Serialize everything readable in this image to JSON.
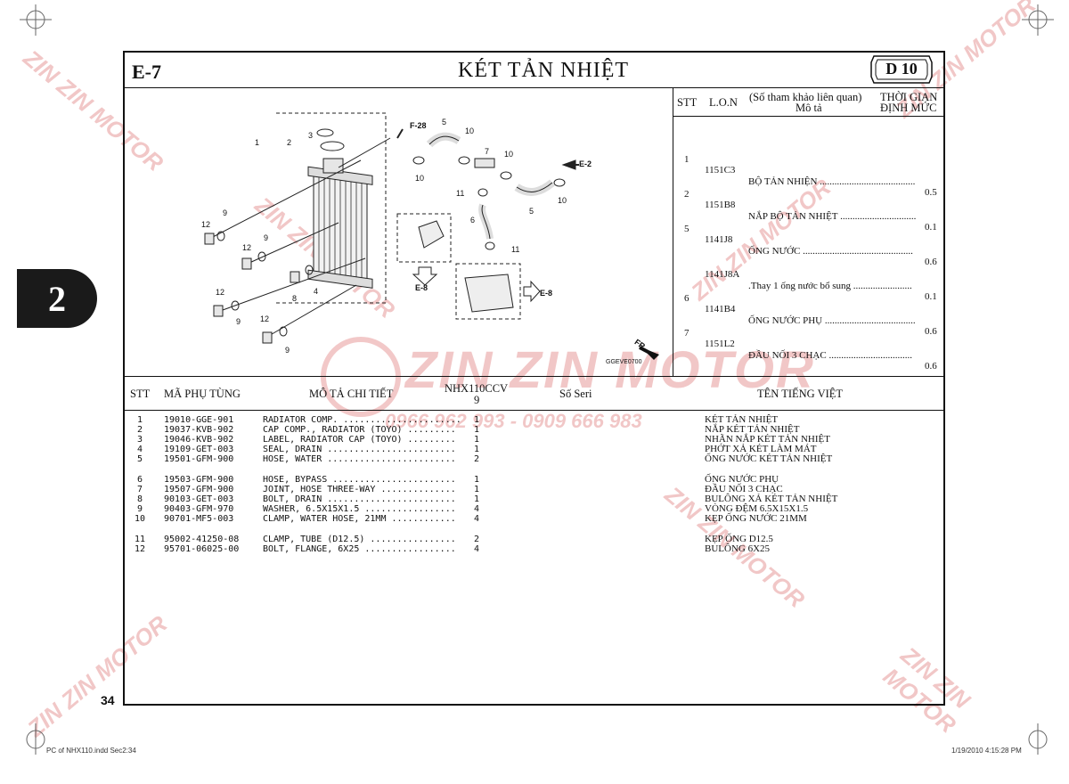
{
  "header": {
    "section_code": "E-7",
    "title": "KÉT TẢN NHIỆT",
    "badge": "D 10"
  },
  "side_tab": "2",
  "page_number": "34",
  "ref_table": {
    "headers": {
      "stt": "STT",
      "lon": "L.O.N",
      "desc_top": "(Số tham khảo liên quan)",
      "desc_bottom": "Mô tả",
      "time_top": "THỜI GIAN",
      "time_bottom": "ĐỊNH MỨC"
    },
    "rows": [
      {
        "stt": "1",
        "lon": "1151C3",
        "desc": "BỘ TẢN NHIỆN .......................................",
        "time": "0.5"
      },
      {
        "stt": "2",
        "lon": "1151B8",
        "desc": "NẮP BỘ TẢN NHIỆT ...............................",
        "time": "0.1"
      },
      {
        "stt": "5",
        "lon": "1141J8",
        "desc": "ỐNG NƯỚC .............................................",
        "time": "0.6"
      },
      {
        "stt": "",
        "lon": "1141J8A",
        "desc": ".Thay 1 ống nước bổ sung ........................",
        "time": "0.1"
      },
      {
        "stt": "6",
        "lon": "1141B4",
        "desc": "ỐNG NƯỚC PHỤ .....................................",
        "time": "0.6"
      },
      {
        "stt": "7",
        "lon": "1151L2",
        "desc": "ĐẦU NỐI 3 CHẠC ..................................",
        "time": "0.6"
      }
    ]
  },
  "diagram": {
    "code": "GGEVE0700",
    "refs": {
      "f28": "F-28",
      "e2": "E-2",
      "e8a": "E-8",
      "e8b": "E-8",
      "fr": "FR."
    }
  },
  "parts_table": {
    "headers": {
      "stt": "STT",
      "part_no": "MÃ PHỤ TÙNG",
      "desc": "MÔ TẢ CHI TIẾT",
      "model_top": "NHX110CCV",
      "model_bottom": "9",
      "serial": "Số Seri",
      "vn_name": "TÊN TIẾNG VIỆT"
    },
    "groups": [
      [
        {
          "stt": "1",
          "part_no": "19010-GGE-901",
          "desc": "RADIATOR COMP. ......................",
          "qty": "1",
          "vn": "KÉT TẢN NHIỆT"
        },
        {
          "stt": "2",
          "part_no": "19037-KVB-902",
          "desc": "CAP COMP., RADIATOR (TOYO) .........",
          "qty": "1",
          "vn": "NẮP KÉT TẢN NHIỆT"
        },
        {
          "stt": "3",
          "part_no": "19046-KVB-902",
          "desc": "LABEL, RADIATOR CAP (TOYO) .........",
          "qty": "1",
          "vn": "NHÃN NẮP KÉT TẢN NHIỆT"
        },
        {
          "stt": "4",
          "part_no": "19109-GET-003",
          "desc": "SEAL, DRAIN ........................",
          "qty": "1",
          "vn": "PHỚT XẢ KÉT LÀM MÁT"
        },
        {
          "stt": "5",
          "part_no": "19501-GFM-900",
          "desc": "HOSE, WATER ........................",
          "qty": "2",
          "vn": "ỐNG NƯỚC KÉT TẢN NHIỆT"
        }
      ],
      [
        {
          "stt": "6",
          "part_no": "19503-GFM-900",
          "desc": "HOSE, BYPASS .......................",
          "qty": "1",
          "vn": "ỐNG NƯỚC PHỤ"
        },
        {
          "stt": "7",
          "part_no": "19507-GFM-900",
          "desc": "JOINT, HOSE THREE-WAY ..............",
          "qty": "1",
          "vn": "ĐẦU NỐI 3 CHẠC"
        },
        {
          "stt": "8",
          "part_no": "90103-GET-003",
          "desc": "BOLT, DRAIN ........................",
          "qty": "1",
          "vn": "BULÔNG XẢ KÉT TẢN NHIỆT"
        },
        {
          "stt": "9",
          "part_no": "90403-GFM-970",
          "desc": "WASHER, 6.5X15X1.5 .................",
          "qty": "4",
          "vn": "VÒNG ĐỆM 6.5X15X1.5"
        },
        {
          "stt": "10",
          "part_no": "90701-MF5-003",
          "desc": "CLAMP, WATER HOSE, 21MM ............",
          "qty": "4",
          "vn": "KẸP ỐNG NƯỚC 21MM"
        }
      ],
      [
        {
          "stt": "11",
          "part_no": "95002-41250-08",
          "desc": "CLAMP, TUBE (D12.5) ................",
          "qty": "2",
          "vn": "KẸP ỐNG D12.5"
        },
        {
          "stt": "12",
          "part_no": "95701-06025-00",
          "desc": "BOLT, FLANGE, 6X25 .................",
          "qty": "4",
          "vn": "BULÔNG 6X25"
        }
      ]
    ]
  },
  "watermark": {
    "brand": "ZIN ZIN MOTOR",
    "phone": "0966 962 993 - 0909 666 983"
  },
  "footer": {
    "left": "PC of NHX110.indd   Sec2:34",
    "right": "1/19/2010   4:15:28 PM"
  }
}
